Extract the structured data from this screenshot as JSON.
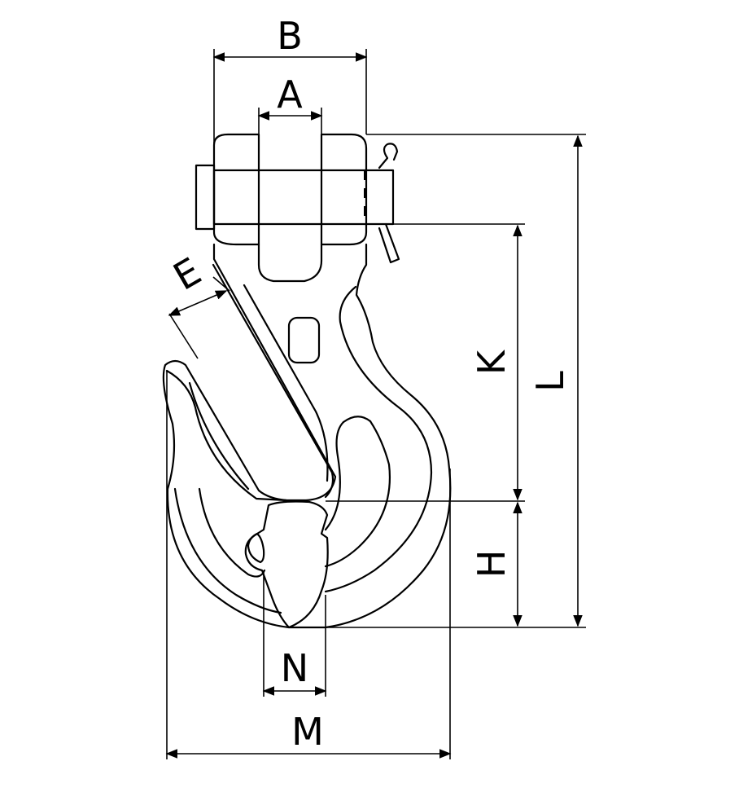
{
  "dimensions": {
    "A": "A",
    "B": "B",
    "E": "E",
    "K": "K",
    "L": "L",
    "H": "H",
    "N": "N",
    "M": "M"
  }
}
